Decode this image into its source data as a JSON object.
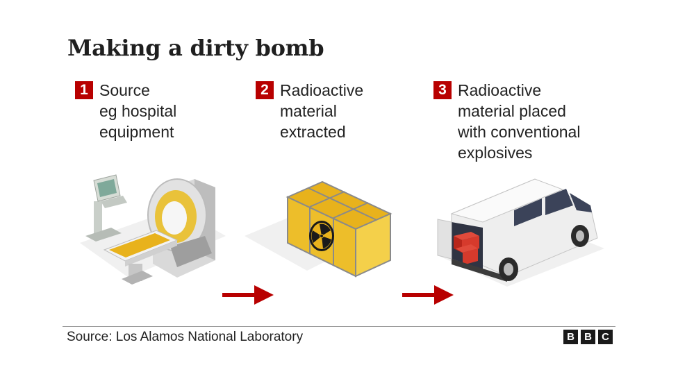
{
  "title": "Making a dirty bomb",
  "steps": [
    {
      "number": "1",
      "text": "Source\neg hospital\nequipment",
      "image": "mri-scanner-icon"
    },
    {
      "number": "2",
      "text": "Radioactive\nmaterial\nextracted",
      "image": "radioactive-container-icon"
    },
    {
      "number": "3",
      "text": "Radioactive\nmaterial placed\nwith conventional\nexplosives",
      "image": "van-icon"
    }
  ],
  "arrows": [
    "arrow-right-icon",
    "arrow-right-icon"
  ],
  "source": "Source: Los Alamos National Laboratory",
  "logo": {
    "letters": [
      "B",
      "B",
      "C"
    ]
  },
  "colors": {
    "accent": "#b80000",
    "container": "#e8b21c",
    "rule": "#9a9a9a"
  }
}
